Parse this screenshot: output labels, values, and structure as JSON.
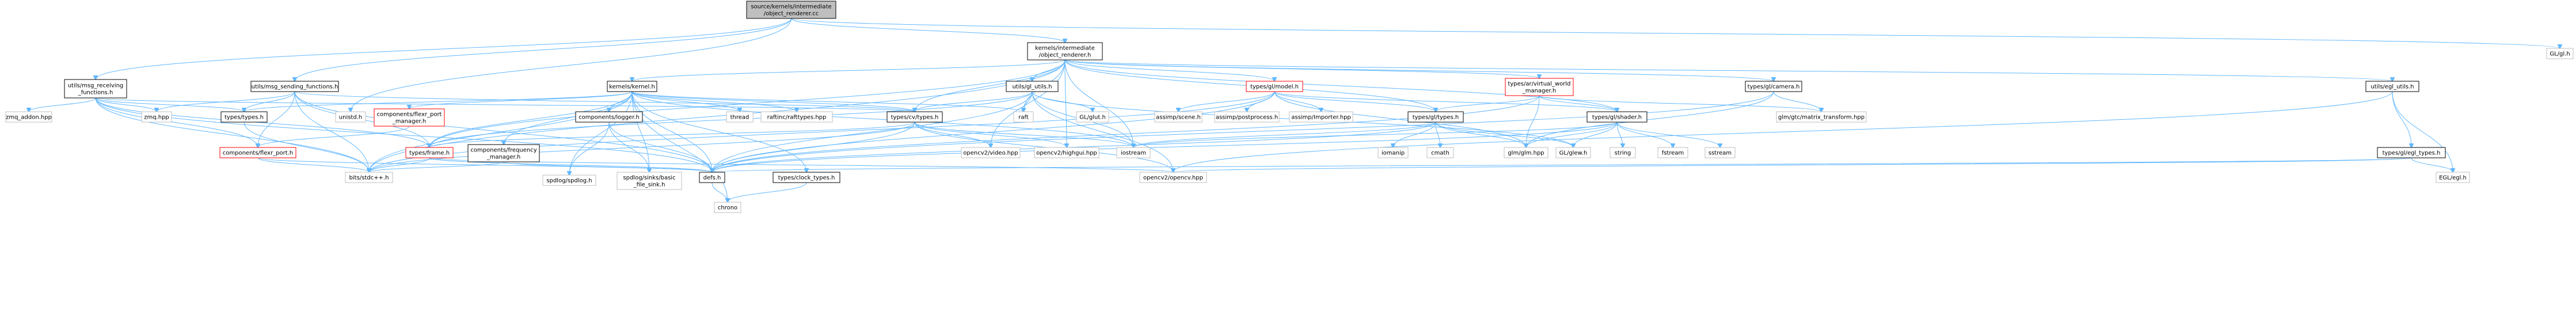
{
  "nodes": [
    {
      "id": "root",
      "lines": [
        "source/kernels/intermediate",
        "/object_renderer.cc"
      ],
      "style": "root"
    },
    {
      "id": "objr",
      "lines": [
        "kernels/intermediate",
        "/object_renderer.h"
      ],
      "style": "local"
    },
    {
      "id": "glgl",
      "lines": [
        "GL/gl.h"
      ],
      "style": "ext"
    },
    {
      "id": "recv",
      "lines": [
        "utils/msg_receiving",
        "_functions.h"
      ],
      "style": "local"
    },
    {
      "id": "send",
      "lines": [
        "utils/msg_sending_functions.h"
      ],
      "style": "local"
    },
    {
      "id": "kernel",
      "lines": [
        "kernels/kernel.h"
      ],
      "style": "local"
    },
    {
      "id": "glutils",
      "lines": [
        "utils/gl_utils.h"
      ],
      "style": "local"
    },
    {
      "id": "model",
      "lines": [
        "types/gl/model.h"
      ],
      "style": "red"
    },
    {
      "id": "vworld",
      "lines": [
        "types/ar/virtual_world",
        "_manager.h"
      ],
      "style": "red"
    },
    {
      "id": "camera",
      "lines": [
        "types/gl/camera.h"
      ],
      "style": "local"
    },
    {
      "id": "eglutils",
      "lines": [
        "utils/egl_utils.h"
      ],
      "style": "local"
    },
    {
      "id": "zmqaddon",
      "lines": [
        "zmq_addon.hpp"
      ],
      "style": "ext"
    },
    {
      "id": "zmq",
      "lines": [
        "zmq.hpp"
      ],
      "style": "ext"
    },
    {
      "id": "ttypes",
      "lines": [
        "types/types.h"
      ],
      "style": "local"
    },
    {
      "id": "unistd",
      "lines": [
        "unistd.h"
      ],
      "style": "ext"
    },
    {
      "id": "flexrmgr",
      "lines": [
        "components/flexr_port",
        "_manager.h"
      ],
      "style": "red"
    },
    {
      "id": "cvtypes",
      "lines": [
        "types/cv/types.h"
      ],
      "style": "local"
    },
    {
      "id": "raft",
      "lines": [
        "raft"
      ],
      "style": "ext"
    },
    {
      "id": "gldraw",
      "lines": [
        "GL/glut.h"
      ],
      "style": "ext"
    },
    {
      "id": "glmtrans",
      "lines": [
        "glm/gtc/matrix_transform.hpp"
      ],
      "style": "ext"
    },
    {
      "id": "logger",
      "lines": [
        "components/logger.h"
      ],
      "style": "local"
    },
    {
      "id": "thread",
      "lines": [
        "thread"
      ],
      "style": "ext"
    },
    {
      "id": "rafttypes",
      "lines": [
        "raftinc/rafttypes.hpp"
      ],
      "style": "ext"
    },
    {
      "id": "scene",
      "lines": [
        "assimp/scene.h"
      ],
      "style": "ext"
    },
    {
      "id": "postproc",
      "lines": [
        "assimp/postprocess.h"
      ],
      "style": "ext"
    },
    {
      "id": "importer",
      "lines": [
        "assimp/Importer.hpp"
      ],
      "style": "ext"
    },
    {
      "id": "gltypes",
      "lines": [
        "types/gl/types.h"
      ],
      "style": "local"
    },
    {
      "id": "shader",
      "lines": [
        "types/gl/shader.h"
      ],
      "style": "local"
    },
    {
      "id": "egltypes",
      "lines": [
        "types/gl/egl_types.h"
      ],
      "style": "local"
    },
    {
      "id": "flexrport",
      "lines": [
        "components/flexr_port.h"
      ],
      "style": "red"
    },
    {
      "id": "frame",
      "lines": [
        "types/frame.h"
      ],
      "style": "red"
    },
    {
      "id": "freqmgr",
      "lines": [
        "components/frequency",
        "_manager.h"
      ],
      "style": "local"
    },
    {
      "id": "spdlog",
      "lines": [
        "spdlog/spdlog.h"
      ],
      "style": "ext"
    },
    {
      "id": "spdsinks",
      "lines": [
        "spdlog/sinks/basic",
        "_file_sink.h"
      ],
      "style": "ext"
    },
    {
      "id": "cvvideo",
      "lines": [
        "opencv2/video.hpp"
      ],
      "style": "ext"
    },
    {
      "id": "cvhighgui",
      "lines": [
        "opencv2/highgui.hpp"
      ],
      "style": "ext"
    },
    {
      "id": "iostream",
      "lines": [
        "iostream"
      ],
      "style": "ext"
    },
    {
      "id": "iomanip",
      "lines": [
        "iomanip"
      ],
      "style": "ext"
    },
    {
      "id": "cmath",
      "lines": [
        "cmath"
      ],
      "style": "ext"
    },
    {
      "id": "glm",
      "lines": [
        "glm/glm.hpp"
      ],
      "style": "ext"
    },
    {
      "id": "glew",
      "lines": [
        "GL/glew.h"
      ],
      "style": "ext"
    },
    {
      "id": "string",
      "lines": [
        "string"
      ],
      "style": "ext"
    },
    {
      "id": "fstream",
      "lines": [
        "fstream"
      ],
      "style": "ext"
    },
    {
      "id": "sstream",
      "lines": [
        "sstream"
      ],
      "style": "ext"
    },
    {
      "id": "bits",
      "lines": [
        "bits/stdc++.h"
      ],
      "style": "ext"
    },
    {
      "id": "defs",
      "lines": [
        "defs.h"
      ],
      "style": "local"
    },
    {
      "id": "clocktypes",
      "lines": [
        "types/clock_types.h"
      ],
      "style": "local"
    },
    {
      "id": "opencv",
      "lines": [
        "opencv2/opencv.hpp"
      ],
      "style": "ext"
    },
    {
      "id": "egl",
      "lines": [
        "EGL/egl.h"
      ],
      "style": "ext"
    },
    {
      "id": "chrono",
      "lines": [
        "chrono"
      ],
      "style": "ext"
    }
  ],
  "edges": [
    [
      "root",
      "objr"
    ],
    [
      "root",
      "recv"
    ],
    [
      "root",
      "send"
    ],
    [
      "root",
      "unistd"
    ],
    [
      "root",
      "glgl"
    ],
    [
      "objr",
      "kernel"
    ],
    [
      "objr",
      "glutils"
    ],
    [
      "objr",
      "model"
    ],
    [
      "objr",
      "vworld"
    ],
    [
      "objr",
      "camera"
    ],
    [
      "objr",
      "eglutils"
    ],
    [
      "objr",
      "cvtypes"
    ],
    [
      "objr",
      "frame"
    ],
    [
      "objr",
      "raft"
    ],
    [
      "objr",
      "cvvideo"
    ],
    [
      "objr",
      "cvhighgui"
    ],
    [
      "objr",
      "iostream"
    ],
    [
      "objr",
      "gltypes"
    ],
    [
      "objr",
      "shader"
    ],
    [
      "objr",
      "bits"
    ],
    [
      "recv",
      "zmqaddon"
    ],
    [
      "recv",
      "zmq"
    ],
    [
      "recv",
      "ttypes"
    ],
    [
      "recv",
      "flexrport"
    ],
    [
      "recv",
      "frame"
    ],
    [
      "recv",
      "cvtypes"
    ],
    [
      "recv",
      "bits"
    ],
    [
      "recv",
      "defs"
    ],
    [
      "send",
      "zmq"
    ],
    [
      "send",
      "ttypes"
    ],
    [
      "send",
      "flexrport"
    ],
    [
      "send",
      "frame"
    ],
    [
      "send",
      "cvtypes"
    ],
    [
      "send",
      "defs"
    ],
    [
      "send",
      "bits"
    ],
    [
      "kernel",
      "ttypes"
    ],
    [
      "kernel",
      "flexrmgr"
    ],
    [
      "kernel",
      "cvtypes"
    ],
    [
      "kernel",
      "raft"
    ],
    [
      "kernel",
      "logger"
    ],
    [
      "kernel",
      "thread"
    ],
    [
      "kernel",
      "rafttypes"
    ],
    [
      "kernel",
      "frame"
    ],
    [
      "kernel",
      "freqmgr"
    ],
    [
      "kernel",
      "spdlog"
    ],
    [
      "kernel",
      "spdsinks"
    ],
    [
      "kernel",
      "clocktypes"
    ],
    [
      "kernel",
      "chrono"
    ],
    [
      "kernel",
      "defs"
    ],
    [
      "kernel",
      "bits"
    ],
    [
      "kernel",
      "iostream"
    ],
    [
      "glutils",
      "cvtypes"
    ],
    [
      "glutils",
      "raft"
    ],
    [
      "glutils",
      "gldraw"
    ],
    [
      "glutils",
      "iostream"
    ],
    [
      "glutils",
      "frame"
    ],
    [
      "glutils",
      "opencv"
    ],
    [
      "glutils",
      "defs"
    ],
    [
      "glutils",
      "glew"
    ],
    [
      "model",
      "scene"
    ],
    [
      "model",
      "postproc"
    ],
    [
      "model",
      "importer"
    ],
    [
      "model",
      "gltypes"
    ],
    [
      "model",
      "shader"
    ],
    [
      "model",
      "defs"
    ],
    [
      "model",
      "bits"
    ],
    [
      "model",
      "glm"
    ],
    [
      "vworld",
      "gltypes"
    ],
    [
      "vworld",
      "shader"
    ],
    [
      "vworld",
      "glm"
    ],
    [
      "vworld",
      "glmtrans"
    ],
    [
      "vworld",
      "defs"
    ],
    [
      "camera",
      "glmtrans"
    ],
    [
      "camera",
      "glm"
    ],
    [
      "camera",
      "defs"
    ],
    [
      "eglutils",
      "egltypes"
    ],
    [
      "eglutils",
      "egl"
    ],
    [
      "eglutils",
      "opencv"
    ],
    [
      "ttypes",
      "bits"
    ],
    [
      "flexrmgr",
      "flexrport"
    ],
    [
      "cvtypes",
      "cvvideo"
    ],
    [
      "cvtypes",
      "cvhighgui"
    ],
    [
      "cvtypes",
      "iostream"
    ],
    [
      "cvtypes",
      "frame"
    ],
    [
      "cvtypes",
      "opencv"
    ],
    [
      "cvtypes",
      "defs"
    ],
    [
      "cvtypes",
      "bits"
    ],
    [
      "logger",
      "spdlog"
    ],
    [
      "logger",
      "spdsinks"
    ],
    [
      "logger",
      "defs"
    ],
    [
      "gltypes",
      "iomanip"
    ],
    [
      "gltypes",
      "cmath"
    ],
    [
      "gltypes",
      "glm"
    ],
    [
      "gltypes",
      "glew"
    ],
    [
      "gltypes",
      "iostream"
    ],
    [
      "gltypes",
      "defs"
    ],
    [
      "shader",
      "glew"
    ],
    [
      "shader",
      "glm"
    ],
    [
      "shader",
      "string"
    ],
    [
      "shader",
      "fstream"
    ],
    [
      "shader",
      "sstream"
    ],
    [
      "shader",
      "iostream"
    ],
    [
      "shader",
      "defs"
    ],
    [
      "egltypes",
      "egl"
    ],
    [
      "egltypes",
      "opencv"
    ],
    [
      "egltypes",
      "defs"
    ],
    [
      "flexrport",
      "defs"
    ],
    [
      "flexrport",
      "bits"
    ],
    [
      "frame",
      "defs"
    ],
    [
      "frame",
      "bits"
    ],
    [
      "frame",
      "opencv"
    ],
    [
      "freqmgr",
      "defs"
    ],
    [
      "freqmgr",
      "bits"
    ],
    [
      "defs",
      "chrono"
    ],
    [
      "clocktypes",
      "chrono"
    ]
  ]
}
